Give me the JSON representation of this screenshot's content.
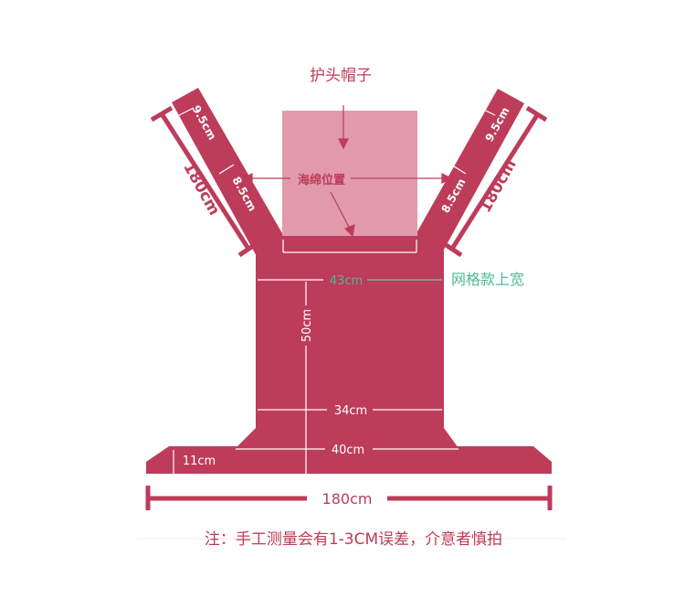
{
  "labels": {
    "hood": "护头帽子",
    "sponge": "海绵位置",
    "mesh_top": "网格款上宽",
    "note": "注：手工测量会有1-3CM误差，介意者慎拍"
  },
  "measurements": {
    "strap_left_top": "9.5cm",
    "strap_left_mid": "8.5cm",
    "strap_left_length": "180cm",
    "strap_right_top": "9.5cm",
    "strap_right_mid": "8.5cm",
    "strap_right_length": "180cm",
    "body_top_width": "43cm",
    "body_height": "50cm",
    "body_bottom_width": "34cm",
    "belt_center_width": "40cm",
    "belt_height": "11cm",
    "belt_total_length": "180cm"
  },
  "colors": {
    "carrier": "#bd3c5a",
    "hood": "#e09aab",
    "label": "#bd3c5a",
    "mesh_line": "#4dbb8e",
    "dimension_line": "#ffffff"
  }
}
